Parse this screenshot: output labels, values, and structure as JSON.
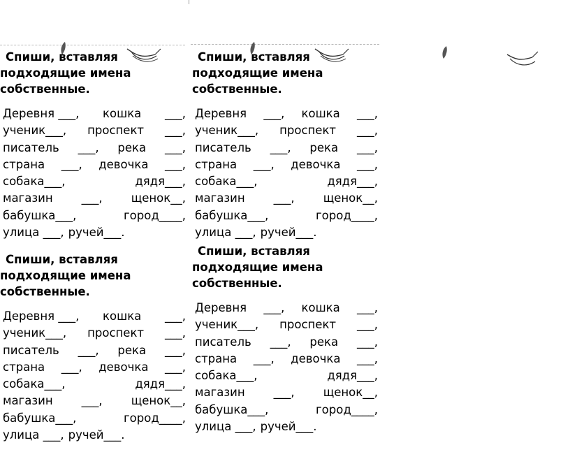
{
  "cards": [
    {
      "heading": [
        "Спиши, вставляя",
        "подходящие имена",
        "собственные."
      ],
      "lines": [
        [
          "Деревня ___,",
          "кошка",
          "___,"
        ],
        [
          "ученик___,",
          "проспект",
          "___,"
        ],
        [
          "писатель",
          "___,",
          "река",
          "___,"
        ],
        [
          "страна",
          "___,",
          "девочка",
          "___,"
        ],
        [
          "собака___,",
          "дядя___,"
        ],
        [
          "магазин",
          "___,",
          "щенок__,"
        ],
        [
          "бабушка___,",
          "город____,"
        ],
        [
          "улица ___,",
          "ручей___."
        ]
      ]
    },
    {
      "heading": [
        "Спиши, вставляя",
        "подходящие имена",
        "собственные."
      ],
      "lines": [
        [
          "Деревня",
          "___,",
          "кошка",
          "___,"
        ],
        [
          "ученик___,",
          "проспект",
          "___,"
        ],
        [
          "писатель",
          "___,",
          "река",
          "___,"
        ],
        [
          "страна",
          "___,",
          "девочка",
          "___,"
        ],
        [
          "собака___,",
          "дядя___,"
        ],
        [
          "магазин",
          "___,",
          "щенок__,"
        ],
        [
          "бабушка___,",
          "город____,"
        ],
        [
          "улица ___,",
          "ручей___."
        ]
      ]
    },
    {
      "heading": [
        "Спиши, вставляя",
        "подходящие имена",
        "собственные."
      ],
      "lines": [
        [
          "Деревня ___,",
          "кошка",
          "___,"
        ],
        [
          "ученик___,",
          "проспект",
          "___,"
        ],
        [
          "писатель",
          "___,",
          "река",
          "___,"
        ],
        [
          "страна",
          "___,",
          "девочка",
          "___,"
        ],
        [
          "собака___,",
          "дядя___,"
        ],
        [
          "магазин",
          "___,",
          "щенок__,"
        ],
        [
          "бабушка___,",
          "город____,"
        ],
        [
          "улица ___,",
          "ручей___."
        ]
      ]
    },
    {
      "heading": [
        "Спиши, вставляя",
        "подходящие имена",
        "собственные."
      ],
      "lines": [
        [
          "Деревня",
          "___,",
          "кошка",
          "___,"
        ],
        [
          "ученик___,",
          "проспект",
          "___,"
        ],
        [
          "писатель",
          "___,",
          "река",
          "___,"
        ],
        [
          "страна",
          "___,",
          "девочка",
          "___,"
        ],
        [
          "собака___,",
          "дядя___,"
        ],
        [
          "магазин",
          "___,",
          "щенок__,"
        ],
        [
          "бабушка___,",
          "город____,"
        ],
        [
          "улица ___,",
          "ручей___."
        ]
      ]
    }
  ],
  "decoration_icon": "feather-quill-ornament-icon"
}
